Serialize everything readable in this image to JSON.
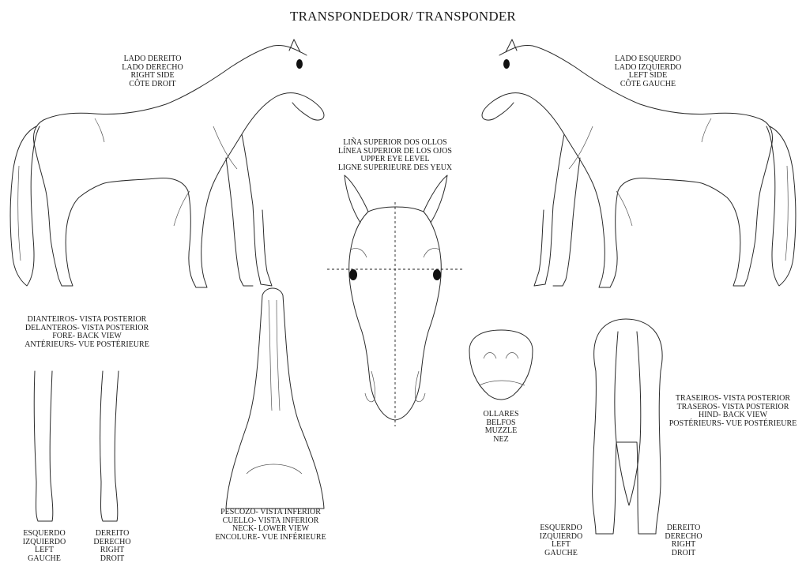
{
  "title": "TRANSPONDEDOR/ TRANSPONDER",
  "right_side": [
    "LADO DEREITO",
    "LADO DERECHO",
    "RIGHT SIDE",
    "CÔTE DROIT"
  ],
  "left_side": [
    "LADO ESQUERDO",
    "LADO IZQUIERDO",
    "LEFT SIDE",
    "CÔTE GAUCHE"
  ],
  "eye_level": [
    "LIÑA SUPERIOR DOS OLLOS",
    "LÍNEA SUPERIOR DE LOS OJOS",
    "UPPER EYE LEVEL",
    "LIGNE SUPERIEURE DES YEUX"
  ],
  "fore_view": [
    "DIANTEIROS- VISTA POSTERIOR",
    "DELANTEROS- VISTA POSTERIOR",
    "FORE- BACK VIEW",
    "ANTÉRIEURS- VUE POSTÉRIEURE"
  ],
  "hind_view": [
    "TRASEIROS- VISTA POSTERIOR",
    "TRASEROS- VISTA POSTERIOR",
    "HIND- BACK VIEW",
    "POSTÉRIEURS- VUE POSTÉRIEURE"
  ],
  "neck_view": [
    "PESCOZO- VISTA INFERIOR",
    "CUELLO- VISTA INFERIOR",
    "NECK- LOWER VIEW",
    "ENCOLURE- VUE INFÉRIEURE"
  ],
  "muzzle": [
    "OLLARES",
    "BELFOS",
    "MUZZLE",
    "NEZ"
  ],
  "fore_left": [
    "ESQUERDO",
    "IZQUIERDO",
    "LEFT",
    "GAUCHE"
  ],
  "fore_right": [
    "DEREITO",
    "DERECHO",
    "RIGHT",
    "DROIT"
  ],
  "hind_left": [
    "ESQUERDO",
    "IZQUIERDO",
    "LEFT",
    "GAUCHE"
  ],
  "hind_right": [
    "DEREITO",
    "DERECHO",
    "RIGHT",
    "DROIT"
  ]
}
